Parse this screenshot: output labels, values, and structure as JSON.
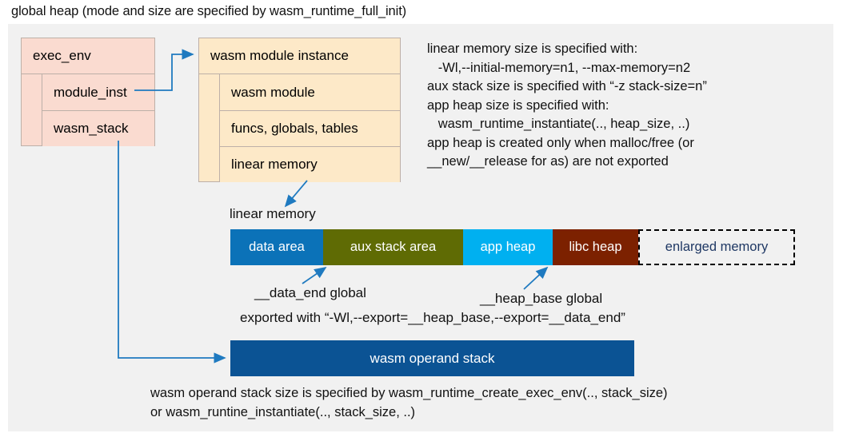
{
  "title": "global heap (mode and size are specified by wasm_runtime_full_init)",
  "exec_env": {
    "header": "exec_env",
    "rows": [
      "module_inst",
      "wasm_stack"
    ]
  },
  "wasm_module_instance": {
    "header": "wasm module instance",
    "rows": [
      "wasm module",
      "funcs, globals, tables",
      "linear memory"
    ]
  },
  "note_right": "linear memory size is specified with:\n   -Wl,--initial-memory=n1, --max-memory=n2\naux stack size is specified with “-z stack-size=n”\napp heap size is specified with:\n   wasm_runtime_instantiate(.., heap_size, ..)\napp heap is created only when malloc/free (or\n__new/__release for as) are not exported",
  "linear_memory": {
    "label": "linear memory",
    "segments": [
      {
        "label": "data area",
        "color": "#0b72b8",
        "text_color": "#ffffff",
        "width": 116,
        "style": "solid"
      },
      {
        "label": "aux stack area",
        "color": "#5f6b04",
        "text_color": "#ffffff",
        "width": 175,
        "style": "solid"
      },
      {
        "label": "app heap",
        "color": "#00b0f0",
        "text_color": "#ffffff",
        "width": 112,
        "style": "solid"
      },
      {
        "label": "libc heap",
        "color": "#7c2100",
        "text_color": "#ffffff",
        "width": 107,
        "style": "solid"
      },
      {
        "label": "enlarged memory",
        "color": "#f1f1f1",
        "text_color": "#1f3864",
        "width": 196,
        "style": "dashed"
      }
    ],
    "annotations": {
      "data_end": "__data_end global",
      "heap_base": "__heap_base global",
      "exported": "exported with “-Wl,--export=__heap_base,--export=__data_end”"
    }
  },
  "operand_stack": {
    "label": "wasm operand stack",
    "color": "#0b5394"
  },
  "note_bottom": "wasm operand stack size is specified by wasm_runtime_create_exec_env(.., stack_size)\nor wasm_runtine_instantiate(.., stack_size, ..)",
  "colors": {
    "panel_bg": "#f1f1f1",
    "exec_env_fill": "#fadbd0",
    "module_fill": "#fde9c8",
    "arrow": "#1f7ac0",
    "box_border": "#bdb0a8"
  }
}
